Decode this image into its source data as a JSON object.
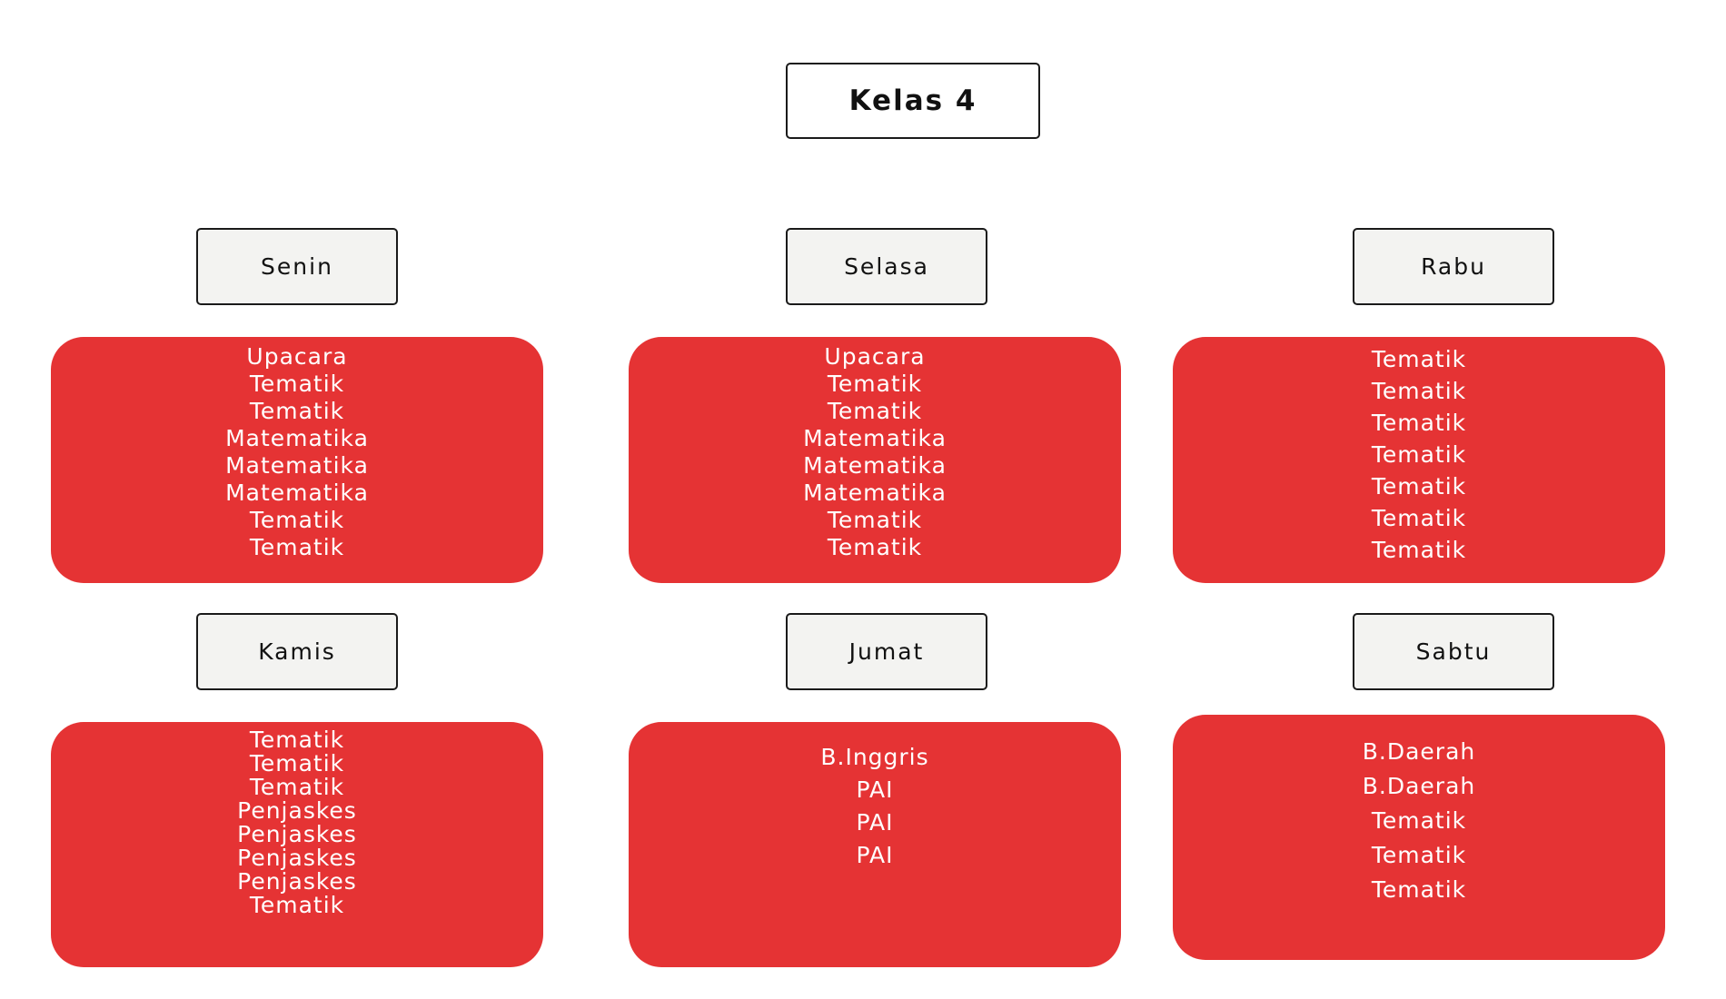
{
  "title": "Kelas 4",
  "colors": {
    "card": "#e53334",
    "label_bg": "#f3f3f1",
    "text_on_card": "#ffffff"
  },
  "days": [
    {
      "name": "Senin",
      "subjects": [
        "Upacara",
        "Tematik",
        "Tematik",
        "Matematika",
        "Matematika",
        "Matematika",
        "Tematik",
        "Tematik"
      ]
    },
    {
      "name": "Selasa",
      "subjects": [
        "Upacara",
        "Tematik",
        "Tematik",
        "Matematika",
        "Matematika",
        "Matematika",
        "Tematik",
        "Tematik"
      ]
    },
    {
      "name": "Rabu",
      "subjects": [
        "Tematik",
        "Tematik",
        "Tematik",
        "Tematik",
        "Tematik",
        "Tematik",
        "Tematik"
      ]
    },
    {
      "name": "Kamis",
      "subjects": [
        "Tematik",
        "Tematik",
        "Tematik",
        "Penjaskes",
        "Penjaskes",
        "Penjaskes",
        "Penjaskes",
        "Tematik"
      ]
    },
    {
      "name": "Jumat",
      "subjects": [
        "B.Inggris",
        "PAI",
        "PAI",
        "PAI"
      ]
    },
    {
      "name": "Sabtu",
      "subjects": [
        "B.Daerah",
        "B.Daerah",
        "Tematik",
        "Tematik",
        "Tematik"
      ]
    }
  ]
}
